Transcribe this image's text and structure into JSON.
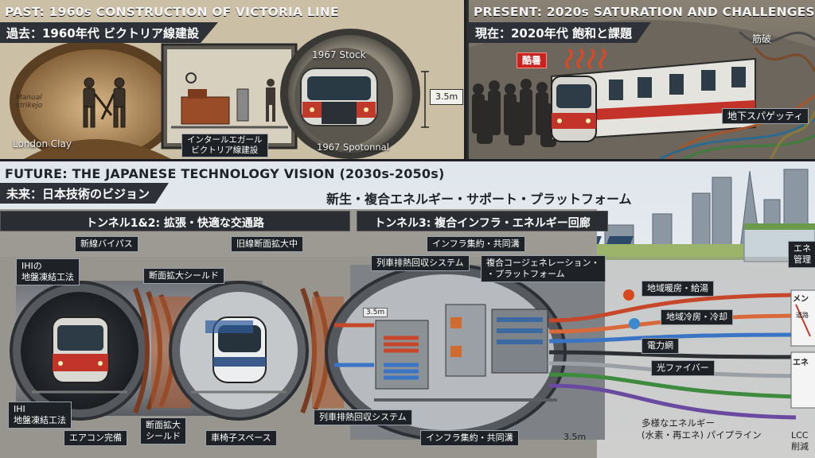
{
  "past": {
    "title_en": "PAST: 1960s CONSTRUCTION OF VICTORIA LINE",
    "title_jp": "過去：1960年代 ビクトリア線建設",
    "manual_label": "Manual\nstrikejo",
    "london_clay": "London Clay",
    "stock_1967": "1967 Stock",
    "interior_caption": "インタールエガール\nビクトリア線建設",
    "tunnel_1967": "1967 Spotonnal",
    "height": "3.5m"
  },
  "present": {
    "title_en": "PRESENT: 2020s SATURATION AND CHALLENGES",
    "title_jp": "現在：2020年代 飽和と課題",
    "heat_badge": "酷暑",
    "decay_label": "筋破",
    "spaghetti_label": "地下スパゲッティ"
  },
  "future": {
    "title_en": "FUTURE: THE JAPANESE TECHNOLOGY VISION (2030s-2050s)",
    "title_jp": "未来：日本技術のビジョン",
    "platform_title": "新生・複合エネルギー・サポート・プラットフォーム",
    "tunnel12_header": "トンネル1&2: 拡張・快適な交通路",
    "tunnel3_header": "トンネル3: 複合インフラ・エネルギー回廊",
    "labels": {
      "new_bypass": "新線バイパス",
      "old_enlarge": "旧線断面拡大中",
      "ihi_top": "IHIの\n地盤凍結工法",
      "shield_top": "断面拡大シールド",
      "ihi_bottom": "IHI\n地盤凍結工法",
      "aircon": "エアコン完備",
      "shield_bottom": "断面拡大\nシールド",
      "wheelchair": "車椅子スペース",
      "infra_top": "インフラ集約・共同溝",
      "heat_recovery_top": "列車排熱回収システム",
      "cogeneration": "複合コージェネレーション・\n・プラットフォーム",
      "district_heat": "地域暖房・給湯",
      "district_cool": "地域冷房・冷却",
      "power_grid": "電力網",
      "fiber": "光ファイバー",
      "pipeline": "多様なエネルギー\n(水素・再エネ) パイプライン",
      "heat_recovery_bottom": "列車排熱回収システム",
      "infra_bottom": "インフラ集約・共同溝",
      "dim_3_5m": "3.5m",
      "sign_3_5m": "3.5m",
      "energy_mgmt": "エネ\n管理",
      "men": "メン",
      "road": "道路",
      "ene": "エネ",
      "lcc": "LCC\n削減"
    }
  }
}
